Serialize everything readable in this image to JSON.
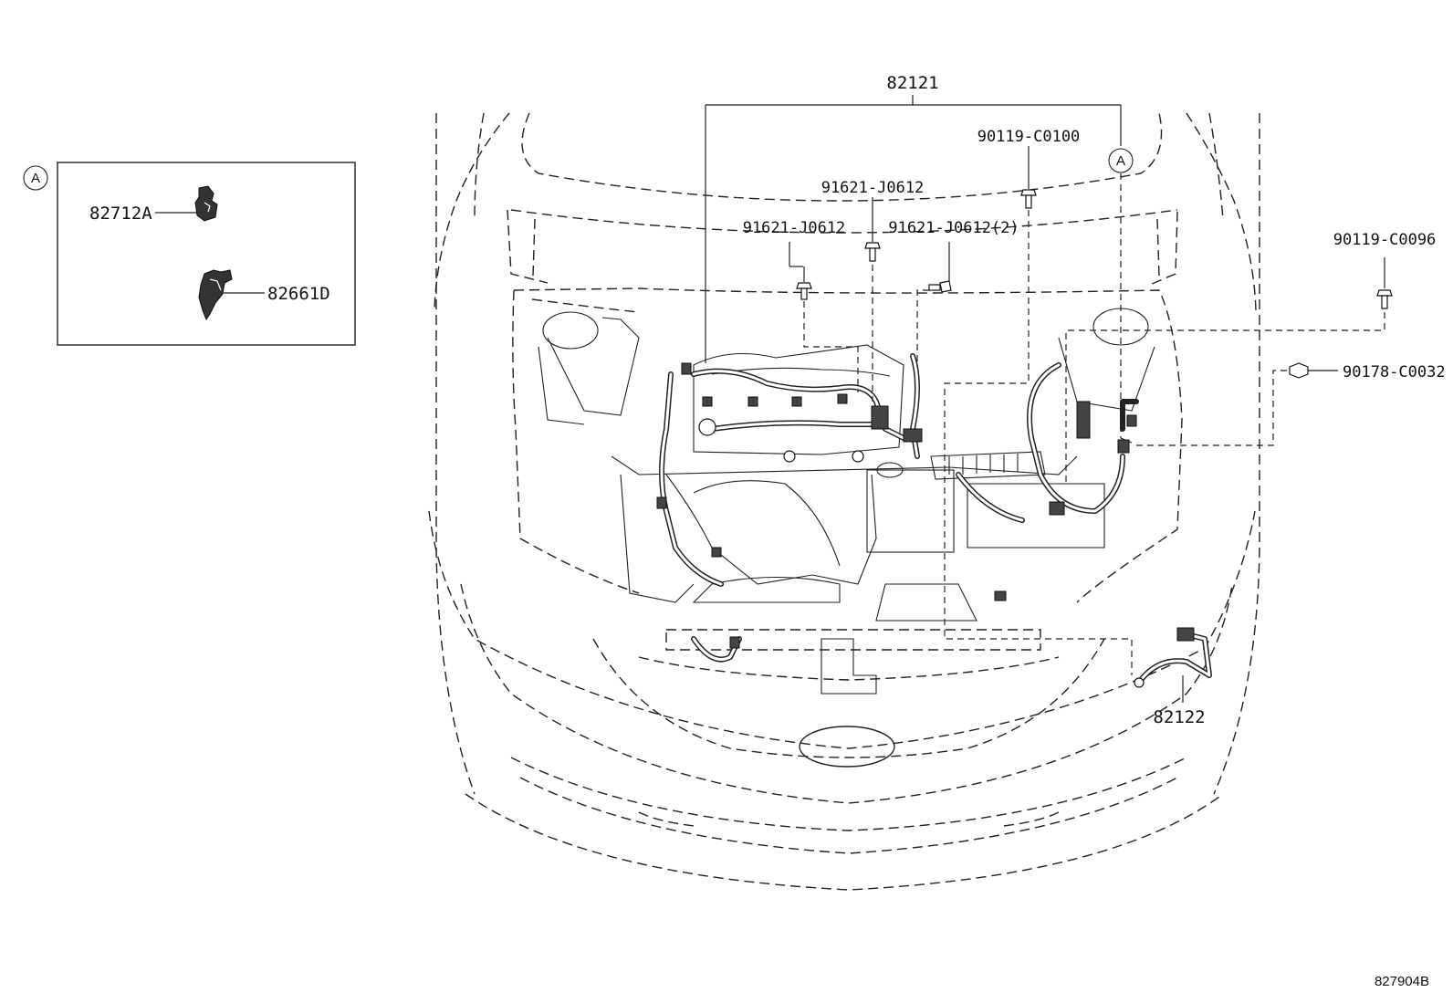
{
  "diagram": {
    "drawing_number": "827904B",
    "inset": {
      "callout_letter": "A",
      "parts": [
        {
          "label": "82712A"
        },
        {
          "label": "82661D"
        }
      ]
    },
    "main": {
      "callout_letter": "A",
      "parts": [
        {
          "label": "82121"
        },
        {
          "label": "90119-C0100"
        },
        {
          "label": "91621-J0612"
        },
        {
          "label": "91621-J0612"
        },
        {
          "label": "91621-J0612(2)"
        },
        {
          "label": "90119-C0096"
        },
        {
          "label": "90178-C0032"
        },
        {
          "label": "82122"
        }
      ]
    }
  }
}
